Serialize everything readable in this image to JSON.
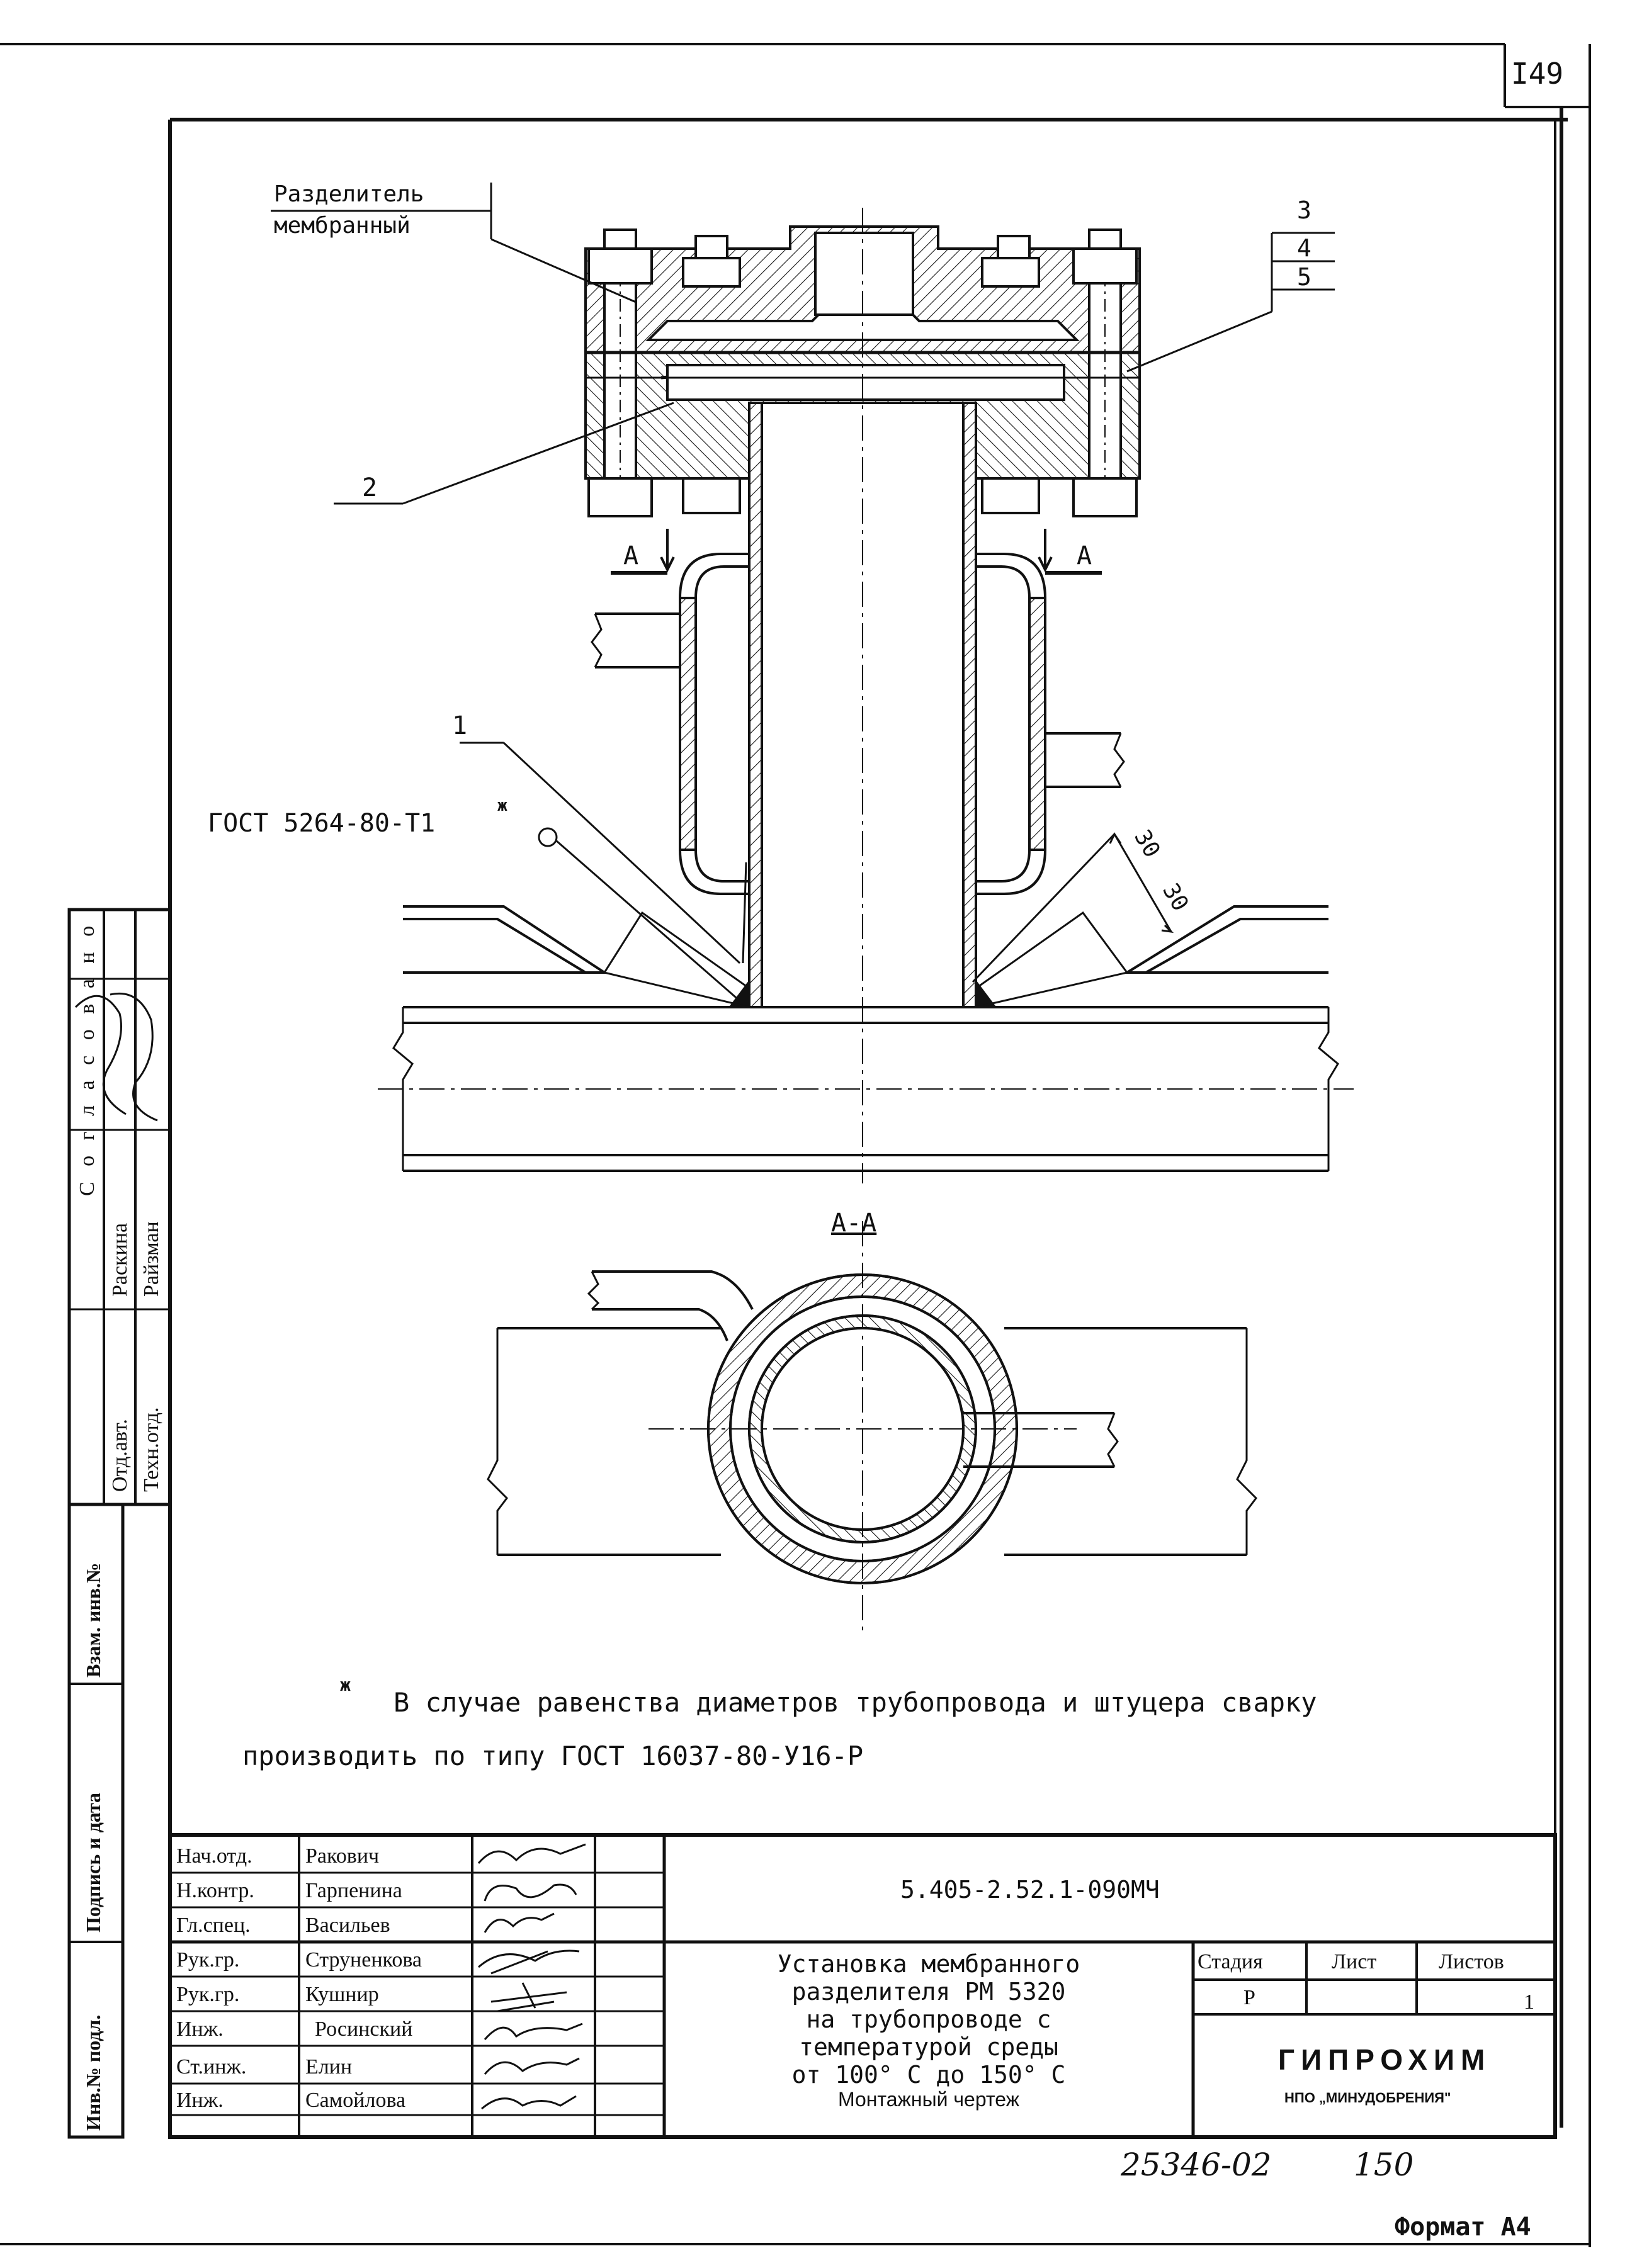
{
  "sheet": {
    "page_number": "I49",
    "format": "Формат А4"
  },
  "drawing": {
    "labels": {
      "separator_line1": "Разделитель",
      "separator_line2": "мембранный",
      "pos1": "1",
      "pos2": "2",
      "pos3": "3",
      "pos4": "4",
      "pos5": "5",
      "section_mark": "А",
      "section_title": "А-А",
      "gost_weld": "ГОСТ 5264-80-Т1",
      "gost_star": "ж",
      "dim1": "30",
      "dim2": "30"
    }
  },
  "note": {
    "star": "ж",
    "line1": "В случае равенства диаметров трубопровода и штуцера сварку",
    "line2": "производить по типу ГОСТ 16037-80-У16-Р"
  },
  "side_stamp": {
    "soglasovano": "С о г л а с о в а н о",
    "otd_avt": "Отд.авт.",
    "tekh_otd": "Техн.отд.",
    "raskina": "Раскина",
    "raizman": "Райзман",
    "vzam_inv": "Взам. инв.№",
    "podpis_data": "Подпись и дата",
    "inv_podl": "Инв.№ подл."
  },
  "title_block": {
    "roles": [
      "Нач.отд.",
      "Н.контр.",
      "Гл.спец.",
      "Рук.гр.",
      "Рук.гр.",
      "Инж.",
      "Ст.инж.",
      "Инж."
    ],
    "names": [
      "Ракович",
      "Гарпенина",
      "Васильев",
      "Струненкова",
      "Кушнир",
      "Росинский",
      "Елин",
      "Самойлова"
    ],
    "document_code": "5.405-2.52.1-090МЧ",
    "title_lines": [
      "Установка мембранного",
      "разделителя РМ 5320",
      "на трубопроводе с",
      "температурой среды",
      "от 100° С до 150° С",
      "Монтажный чертеж"
    ],
    "stage_header": "Стадия",
    "sheet_header": "Лист",
    "sheets_header": "Листов",
    "stage_value": "Р",
    "sheet_value": "",
    "sheets_value": "1",
    "org_name": "ГИПРОХИМ",
    "org_sub": "НПО „МИНУДОБРЕНИЯ\""
  },
  "footer": {
    "archive_number": "25346-02",
    "page": "150"
  }
}
